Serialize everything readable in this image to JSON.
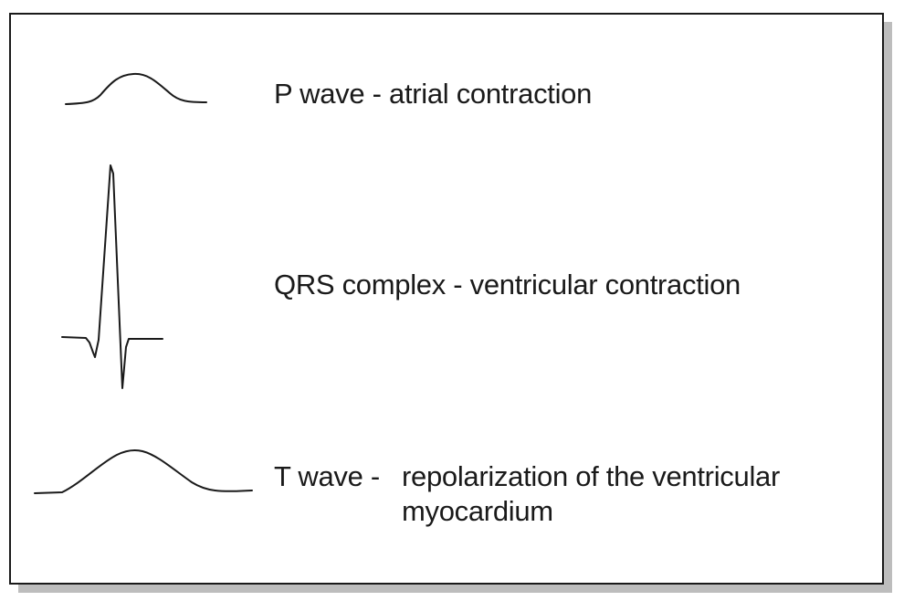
{
  "waves": [
    {
      "name": "P wave",
      "separator": "-",
      "description_lines": [
        "atrial contraction"
      ]
    },
    {
      "name": "QRS complex",
      "separator": "-",
      "description_lines": [
        "ventricular contraction"
      ]
    },
    {
      "name": "T wave",
      "separator": "-",
      "description_lines": [
        "repolarization of the ventricular",
        "myocardium"
      ]
    }
  ]
}
